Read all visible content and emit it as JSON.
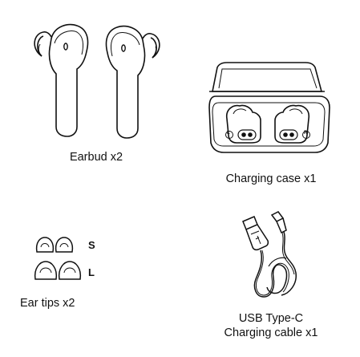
{
  "items": {
    "earbuds": {
      "caption": "Earbud x2",
      "earbud_mark": "0"
    },
    "charging_case": {
      "caption": "Charging case x1",
      "left_mark": "L",
      "right_mark": "R"
    },
    "ear_tips": {
      "caption": "Ear tips x2",
      "small_label": "S",
      "large_label": "L"
    },
    "cable": {
      "caption_line1": "USB Type-C",
      "caption_line2": "Charging cable x1"
    }
  },
  "colors": {
    "line": "#111111",
    "background": "#ffffff"
  },
  "icons": [
    "earbud-icon",
    "charging-case-icon",
    "ear-tip-icon",
    "usb-cable-icon"
  ]
}
